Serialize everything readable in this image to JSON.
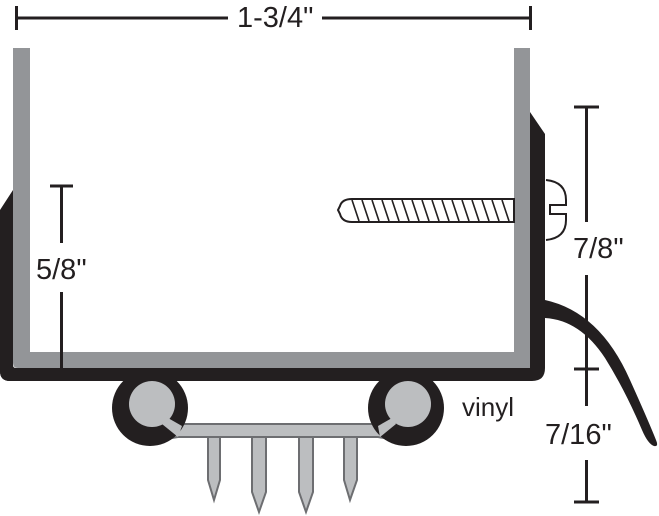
{
  "diagram": {
    "type": "door-sweep-cross-section",
    "colors": {
      "outline_black": "#231f20",
      "aluminum_gray": "#939598",
      "insert_light_gray": "#bcbec0",
      "insert_edge_gray": "#6d6e71",
      "background": "#ffffff"
    },
    "dimensions": {
      "width_top": "1-3/4\"",
      "inner_height_left": "5/8\"",
      "flange_height_right": "7/8\"",
      "fin_height_right": "7/16\""
    },
    "labels": {
      "material": "vinyl"
    },
    "components": [
      {
        "name": "aluminum U-channel",
        "color": "gray"
      },
      {
        "name": "black outer shell",
        "color": "black"
      },
      {
        "name": "mounting screw",
        "note": "slotted head, threaded shank"
      },
      {
        "name": "vinyl drip fin",
        "note": "curved sweep on right"
      },
      {
        "name": "vinyl bulb insert with fingers",
        "note": "two round beads, four tapered fingers"
      }
    ]
  }
}
